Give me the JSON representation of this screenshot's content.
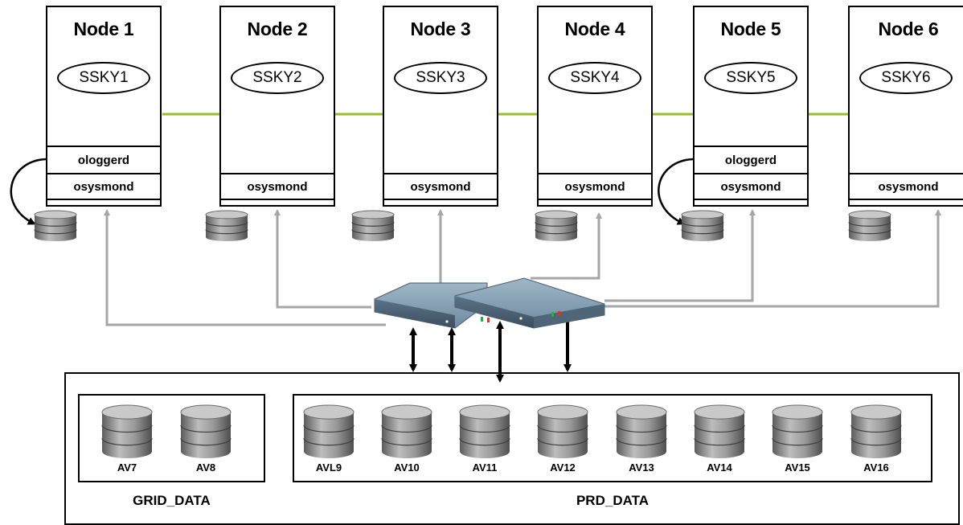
{
  "nodes": [
    {
      "title": "Node 1",
      "instance": "SSKY1",
      "processes": [
        "ologgerd",
        "osysmond"
      ]
    },
    {
      "title": "Node 2",
      "instance": "SSKY2",
      "processes": [
        "osysmond"
      ]
    },
    {
      "title": "Node 3",
      "instance": "SSKY3",
      "processes": [
        "osysmond"
      ]
    },
    {
      "title": "Node 4",
      "instance": "SSKY4",
      "processes": [
        "osysmond"
      ]
    },
    {
      "title": "Node 5",
      "instance": "SSKY5",
      "processes": [
        "ologgerd",
        "osysmond"
      ]
    },
    {
      "title": "Node 6",
      "instance": "SSKY6",
      "processes": [
        "osysmond"
      ]
    }
  ],
  "disk_groups": [
    {
      "name": "GRID_DATA",
      "disks": [
        "AV7",
        "AV8"
      ]
    },
    {
      "name": "PRD_DATA",
      "disks": [
        "AVL9",
        "AV10",
        "AV11",
        "AV12",
        "AV13",
        "AV14",
        "AV15",
        "AV16"
      ]
    }
  ],
  "colors": {
    "interconnect": "#9bbb2a",
    "network_arrow": "#a6a6a6",
    "storage_arrow": "#000000",
    "disk_body": "#8c8c8c",
    "switch_body": "#6f8aa0"
  },
  "icons": [
    "disk-icon",
    "network-switch-icon",
    "cylinder-icon"
  ]
}
